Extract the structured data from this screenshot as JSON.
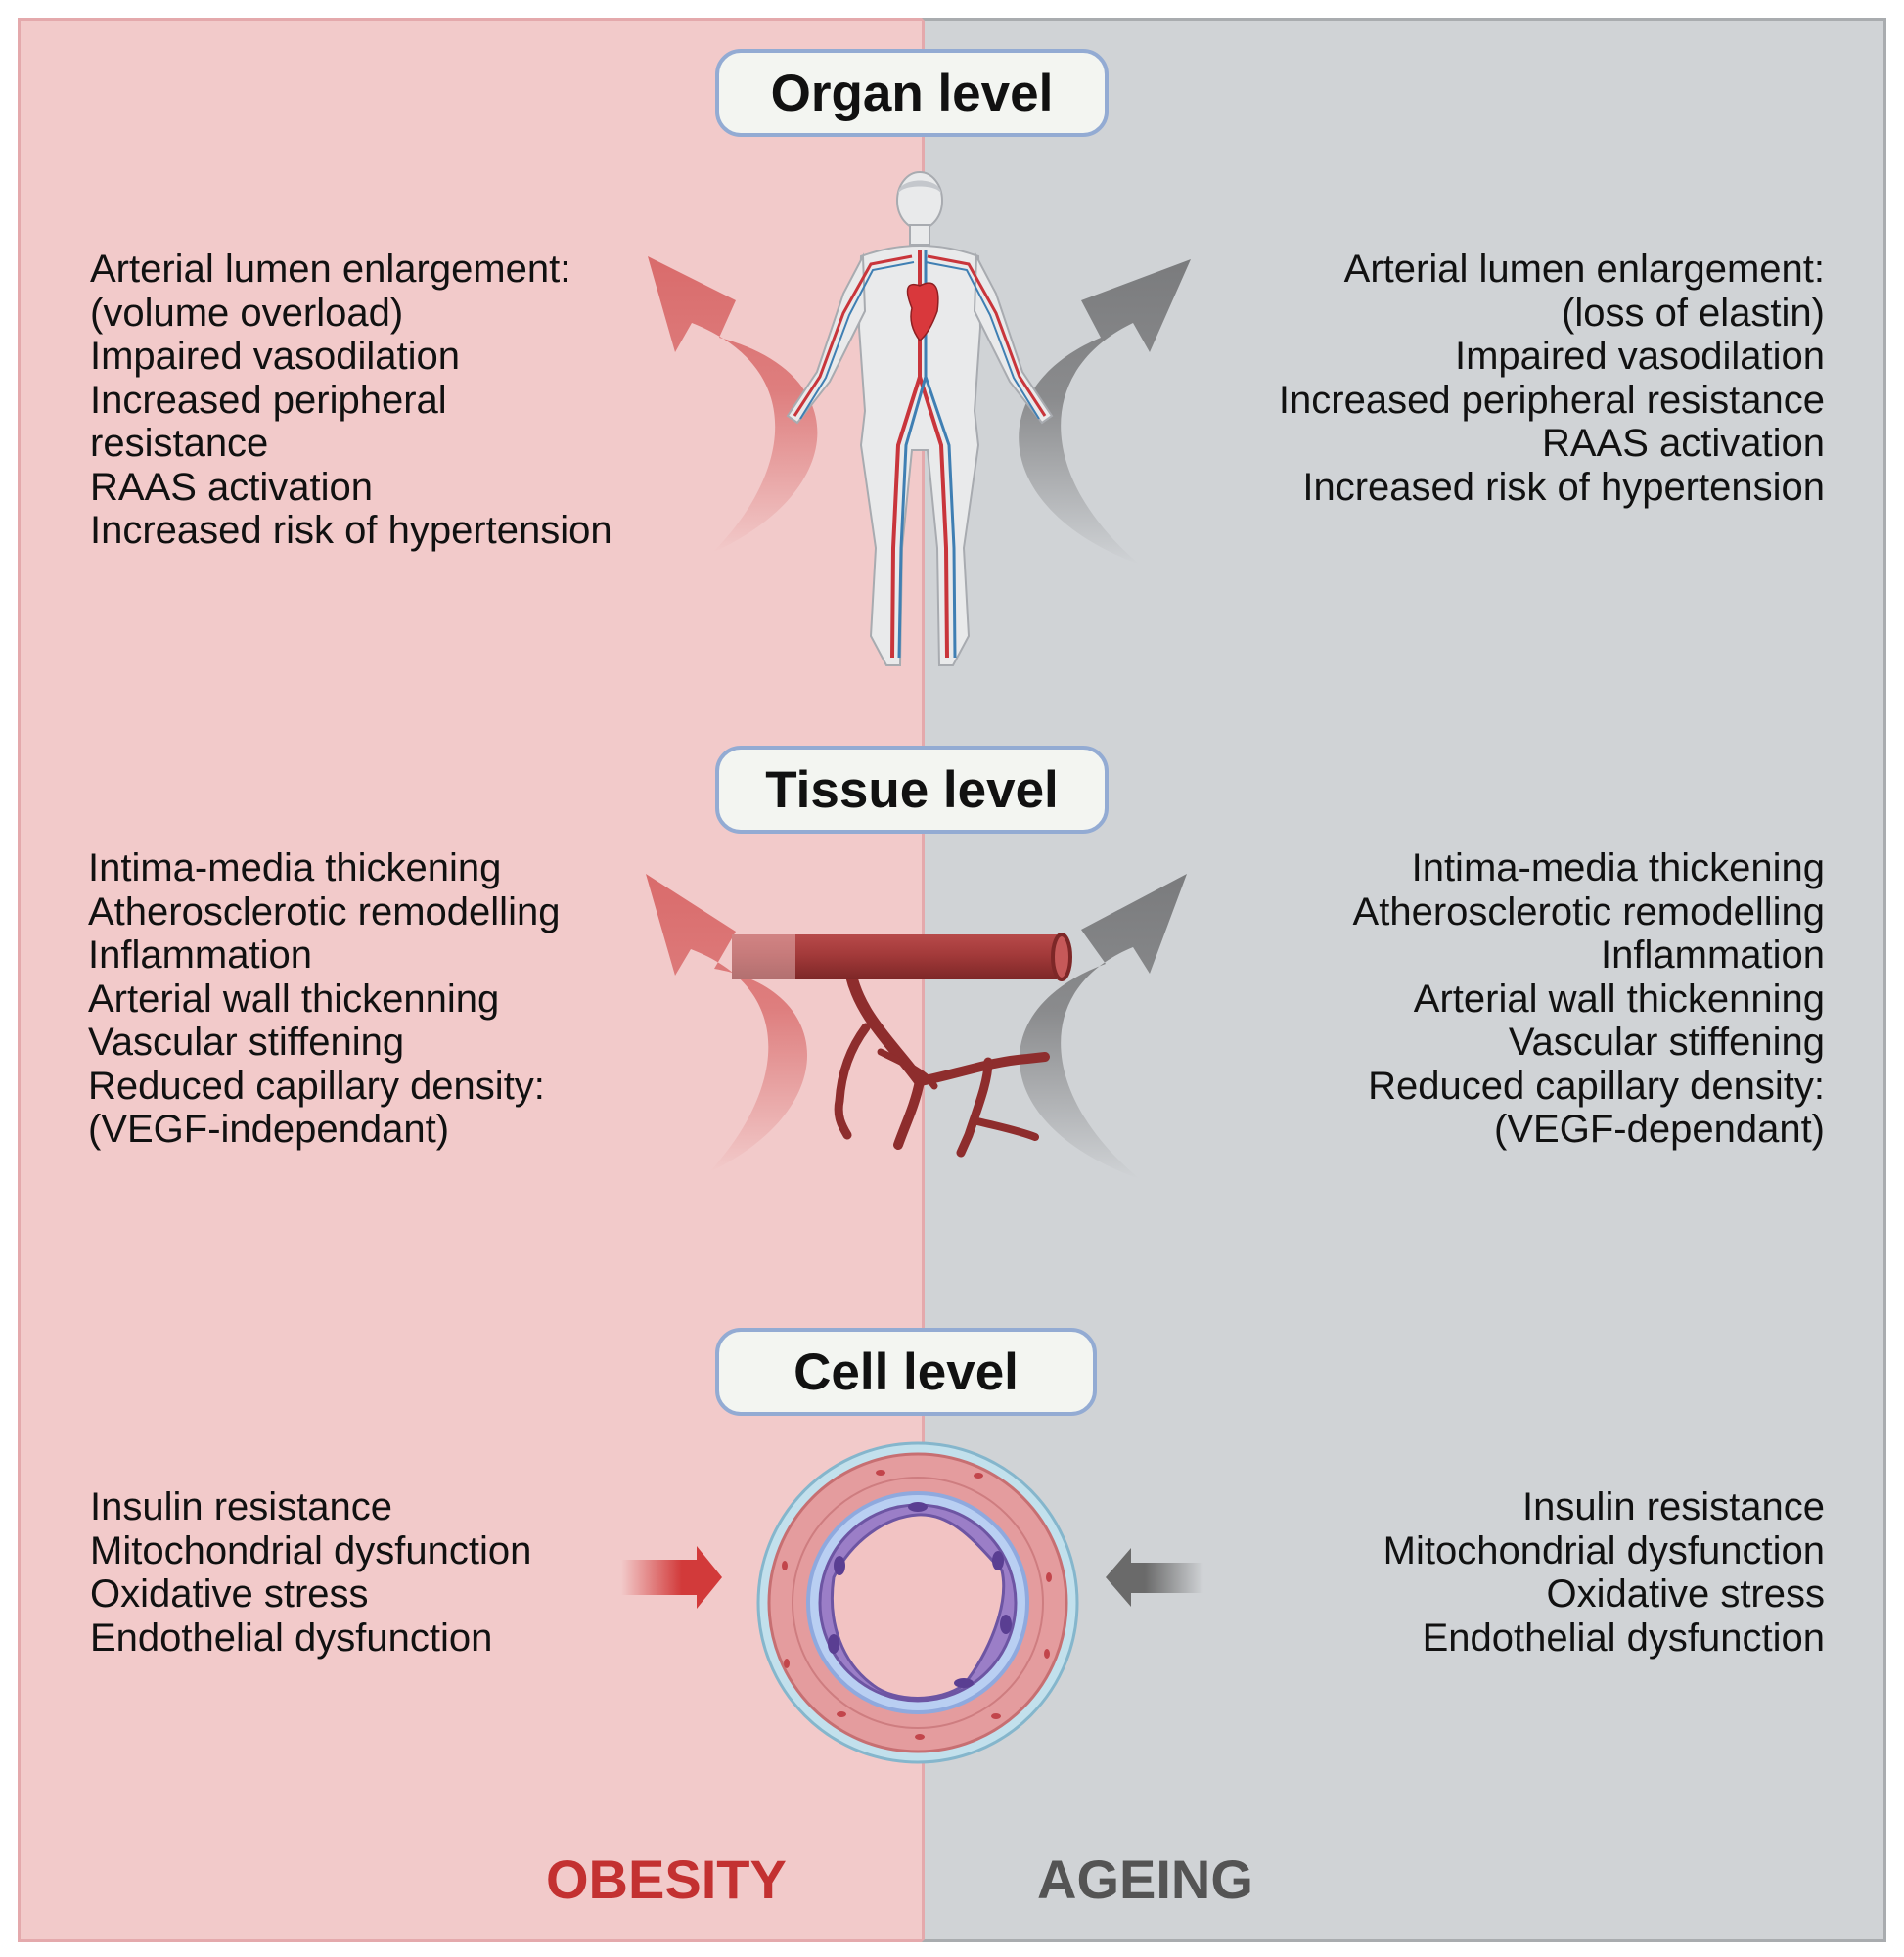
{
  "levels": {
    "organ": "Organ level",
    "tissue": "Tissue level",
    "cell": "Cell level"
  },
  "obesity": {
    "label": "OBESITY",
    "color": "#c33131",
    "organ": [
      "Arterial lumen enlargement:",
      "(volume overload)",
      "Impaired vasodilation",
      "Increased peripheral",
      "resistance",
      "RAAS activation",
      "Increased risk of hypertension"
    ],
    "tissue": [
      "Intima-media thickening",
      "Atherosclerotic remodelling",
      "Inflammation",
      "Arterial wall thickenning",
      "Vascular stiffening",
      "Reduced capillary density:",
      "(VEGF-independant)"
    ],
    "cell": [
      "Insulin resistance",
      "Mitochondrial dysfunction",
      "Oxidative stress",
      "Endothelial dysfunction"
    ]
  },
  "ageing": {
    "label": "AGEING",
    "color": "#545454",
    "organ": [
      "Arterial lumen enlargement:",
      "(loss of elastin)",
      "Impaired vasodilation",
      "Increased peripheral resistance",
      "RAAS activation",
      "Increased risk of hypertension"
    ],
    "tissue": [
      "Intima-media thickening",
      "Atherosclerotic remodelling",
      "Inflammation",
      "Arterial wall thickenning",
      "Vascular stiffening",
      "Reduced capillary density:",
      "(VEGF-dependant)"
    ],
    "cell": [
      "Insulin resistance",
      "Mitochondrial dysfunction",
      "Oxidative stress",
      "Endothelial dysfunction"
    ]
  }
}
